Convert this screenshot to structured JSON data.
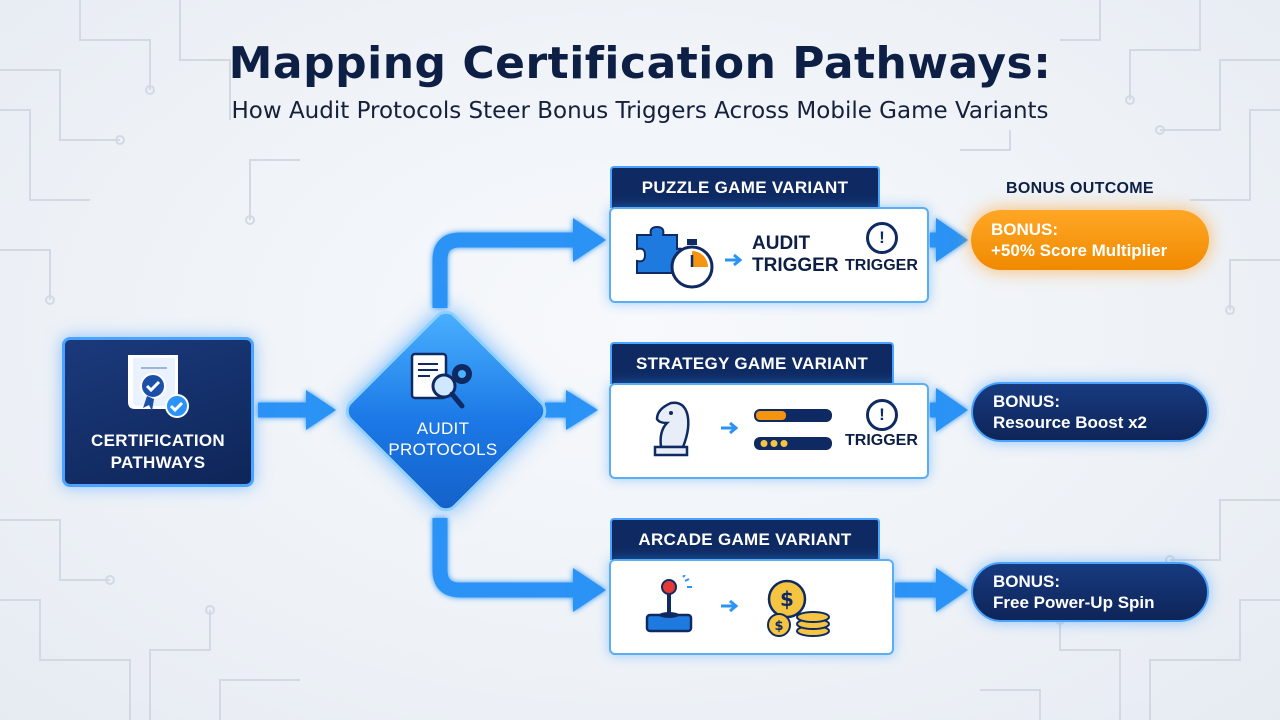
{
  "title": "Mapping Certification Pathways:",
  "subtitle": "How Audit Protocols Steer Bonus Triggers Across Mobile Game Variants",
  "nodes": {
    "certification": {
      "label_line1": "CERTIFICATION",
      "label_line2": "PATHWAYS",
      "icon": "certificate-scroll-icon"
    },
    "audit": {
      "label_line1": "AUDIT",
      "label_line2": "PROTOCOLS",
      "icon": "document-magnifier-gear-icon"
    }
  },
  "variants": [
    {
      "title": "PUZZLE GAME VARIANT",
      "icons": [
        "puzzle-piece-icon",
        "stopwatch-icon"
      ],
      "step_line1": "AUDIT",
      "step_line2": "TRIGGER",
      "trigger": "TRIGGER"
    },
    {
      "title": "STRATEGY GAME VARIANT",
      "icons": [
        "chess-knight-icon",
        "progress-bars-icon"
      ],
      "trigger": "TRIGGER"
    },
    {
      "title": "ARCADE GAME VARIANT",
      "icons": [
        "joystick-icon",
        "coin-stack-icon"
      ]
    }
  ],
  "bonus_outcome_title": "BONUS OUTCOME",
  "bonuses": [
    {
      "label": "BONUS:",
      "value": "+50% Score Multiplier",
      "color": "#f5940f"
    },
    {
      "label": "BONUS:",
      "value": "Resource Boost x2",
      "color": "#0f2a63"
    },
    {
      "label": "BONUS:",
      "value": "Free Power-Up Spin",
      "color": "#0f2a63"
    }
  ],
  "colors": {
    "navy": "#0f2a63",
    "accent": "#2b93f5",
    "orange": "#f5940f"
  }
}
